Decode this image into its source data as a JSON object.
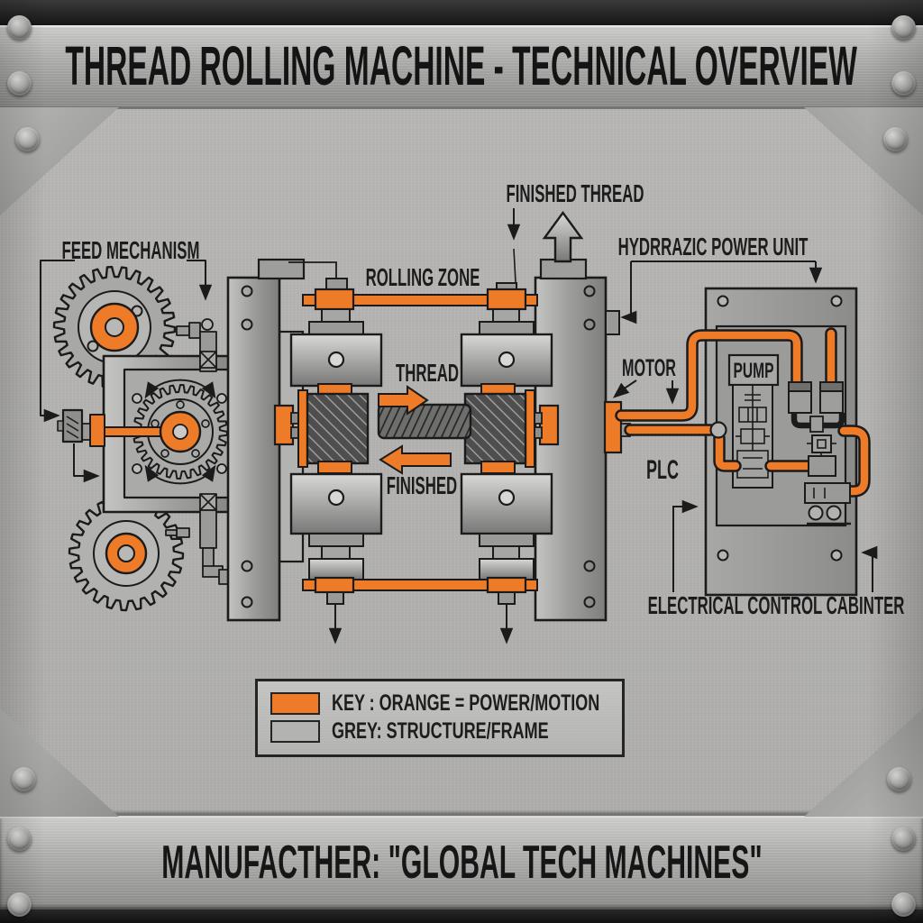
{
  "header": {
    "title": "THREAD ROLLING MACHINE - TECHNICAL OVERVIEW"
  },
  "footer": {
    "text": "MANUFACTHER: \"GLOBAL TECH MACHINES\""
  },
  "diagram": {
    "labels": {
      "feed_mechanism": "FEED MECHANISM",
      "rolling_zone": "ROLLING ZONE",
      "finished_thread": "FINISHED THREAD",
      "hydraulic_power_unit": "HYDRRAZIC POWER UNIT",
      "thread": "THREAD",
      "finished": "FINISHED",
      "motor": "MOTOR",
      "pump": "PUMP",
      "plc": "PLC",
      "electrical_cabinet": "ELECTRICAL CONTROL CABINTER"
    }
  },
  "legend": {
    "rows": [
      {
        "swatch_color": "#ee7b28",
        "text": "KEY :  ORANGE = POWER/MOTION"
      },
      {
        "swatch_color": "#b3b3b1",
        "text": "GREY: STRUCTURE/FRAME"
      }
    ]
  },
  "colors": {
    "power_motion_orange": "#ee7b28",
    "structure_grey": "#a9a9a7",
    "outline": "#1b1b1b"
  }
}
